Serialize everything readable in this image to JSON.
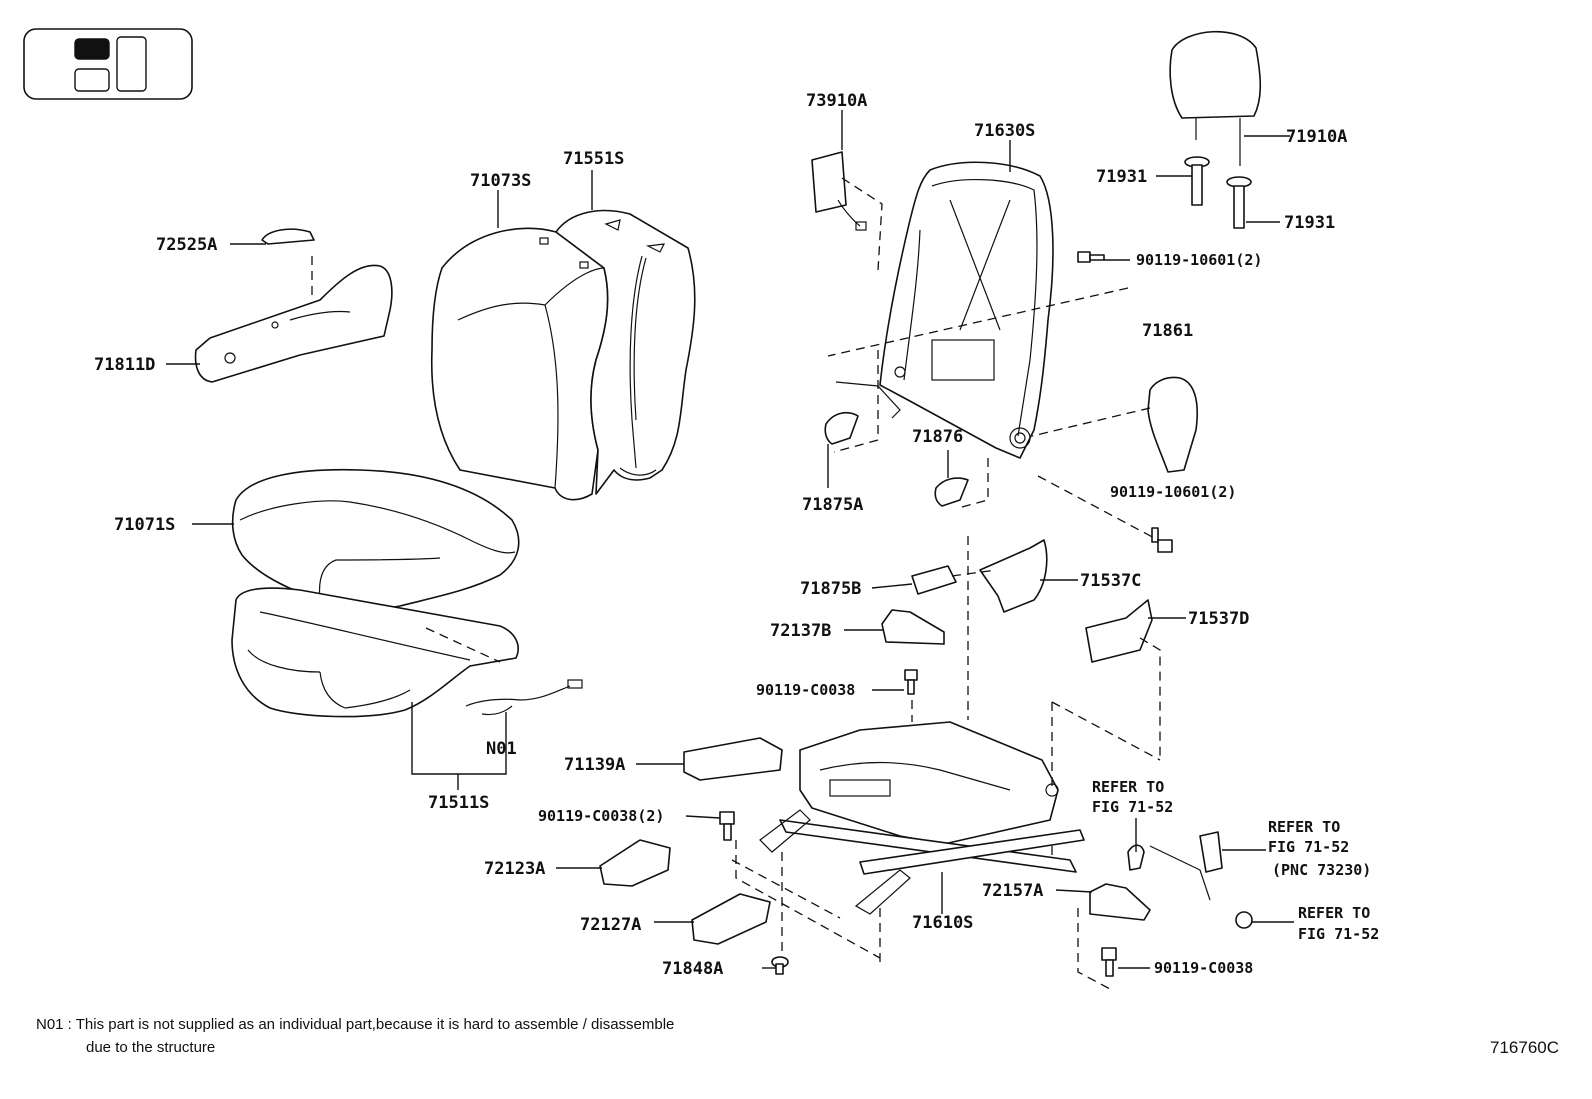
{
  "parts": [
    {
      "id": "p73910a",
      "label": "73910A"
    },
    {
      "id": "p71630s",
      "label": "71630S"
    },
    {
      "id": "p71910a",
      "label": "71910A"
    },
    {
      "id": "p71931a",
      "label": "71931"
    },
    {
      "id": "p71931b",
      "label": "71931"
    },
    {
      "id": "p90119_10601a",
      "label": "90119-10601(2)"
    },
    {
      "id": "p71861",
      "label": "71861"
    },
    {
      "id": "p90119_10601b",
      "label": "90119-10601(2)"
    },
    {
      "id": "p71073s",
      "label": "71073S"
    },
    {
      "id": "p71551s",
      "label": "71551S"
    },
    {
      "id": "p72525a",
      "label": "72525A"
    },
    {
      "id": "p71811d",
      "label": "71811D"
    },
    {
      "id": "p71876",
      "label": "71876"
    },
    {
      "id": "p71875a",
      "label": "71875A"
    },
    {
      "id": "p71071s",
      "label": "71071S"
    },
    {
      "id": "p71875b",
      "label": "71875B"
    },
    {
      "id": "p71537c",
      "label": "71537C"
    },
    {
      "id": "p72137b",
      "label": "72137B"
    },
    {
      "id": "p71537d",
      "label": "71537D"
    },
    {
      "id": "p90119_c0038a",
      "label": "90119-C0038"
    },
    {
      "id": "pn01",
      "label": "N01"
    },
    {
      "id": "p71139a",
      "label": "71139A"
    },
    {
      "id": "p71511s",
      "label": "71511S"
    },
    {
      "id": "p90119_c0038b",
      "label": "90119-C0038(2)"
    },
    {
      "id": "p72123a",
      "label": "72123A"
    },
    {
      "id": "p72127a",
      "label": "72127A"
    },
    {
      "id": "p71610s",
      "label": "71610S"
    },
    {
      "id": "p72157a",
      "label": "72157A"
    },
    {
      "id": "p71848a",
      "label": "71848A"
    },
    {
      "id": "p90119_c0038c",
      "label": "90119-C0038"
    }
  ],
  "references": [
    {
      "line1": "REFER TO",
      "line2": "FIG 71-52",
      "line3": ""
    },
    {
      "line1": "REFER TO",
      "line2": "FIG 71-52",
      "line3": "(PNC 73230)"
    },
    {
      "line1": "REFER TO",
      "line2": "FIG 71-52",
      "line3": ""
    }
  ],
  "note": {
    "line1": "N01 : This part is not supplied as an individual part,because it is hard to assemble / disassemble",
    "line2": "due to the structure"
  },
  "figure_id": "716760C"
}
